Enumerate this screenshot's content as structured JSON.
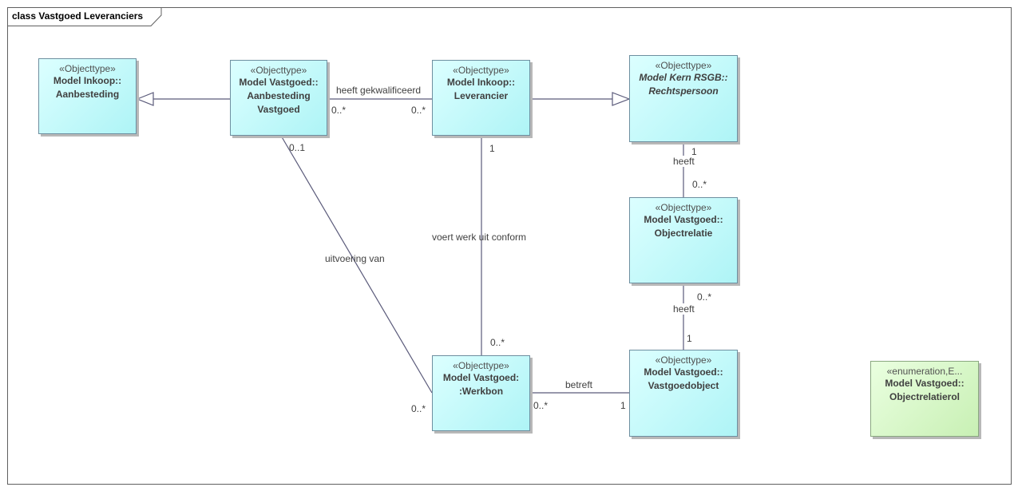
{
  "diagram": {
    "title": "class Vastgoed Leveranciers"
  },
  "classes": {
    "aanbesteding": {
      "stereotype": "«Objecttype»",
      "name1": "Model Inkoop::",
      "name2": "Aanbesteding",
      "name3": ""
    },
    "aanbesteding_vastgoed": {
      "stereotype": "«Objecttype»",
      "name1": "Model Vastgoed::",
      "name2": "Aanbesteding",
      "name3": "Vastgoed"
    },
    "leverancier": {
      "stereotype": "«Objecttype»",
      "name1": "Model Inkoop::",
      "name2": "Leverancier",
      "name3": ""
    },
    "rechtspersoon": {
      "stereotype": "«Objecttype»",
      "name1": "Model Kern RSGB::",
      "name2": "Rechtspersoon",
      "name3": ""
    },
    "objectrelatie": {
      "stereotype": "«Objecttype»",
      "name1": "Model Vastgoed::",
      "name2": "Objectrelatie",
      "name3": ""
    },
    "werkbon": {
      "stereotype": "«Objecttype»",
      "name1": "Model Vastgoed:",
      "name2": ":Werkbon",
      "name3": ""
    },
    "vastgoedobject": {
      "stereotype": "«Objecttype»",
      "name1": "Model Vastgoed::",
      "name2": "Vastgoedobject",
      "name3": ""
    },
    "objectrelatierol": {
      "stereotype": "«enumeration,E...",
      "name1": "Model Vastgoed::",
      "name2": "Objectrelatierol",
      "name3": ""
    }
  },
  "associations": {
    "gekwalificeerd": {
      "label": "heeft gekwalificeerd",
      "mult_source": "0..*",
      "mult_target": "0..*"
    },
    "uitvoering": {
      "label": "uitvoering van",
      "mult_source": "0..1",
      "mult_target": "0..*"
    },
    "voert_werk": {
      "label": "voert werk uit conform",
      "mult_source": "1",
      "mult_target": "0..*"
    },
    "betreft": {
      "label": "betreft",
      "mult_source": "0..*",
      "mult_target": "1"
    },
    "heeft_rechtspersoon": {
      "label": "heeft",
      "mult_source": "1",
      "mult_target": "0..*"
    },
    "heeft_vastgoed": {
      "label": "heeft",
      "mult_source": "0..*",
      "mult_target": "1"
    }
  },
  "colors": {
    "objecttype_fill": "#c4fafc",
    "enumeration_fill": "#d8f6c8",
    "line": "#5a5a7a"
  }
}
